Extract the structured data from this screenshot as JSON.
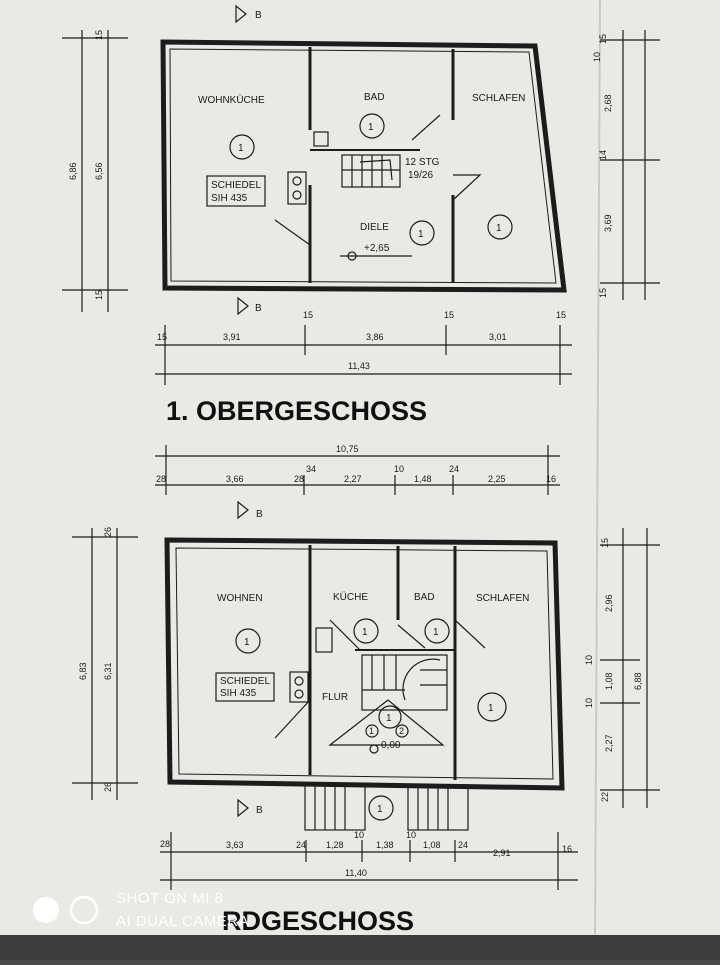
{
  "upper_floor": {
    "title": "1. OBERGESCHOSS",
    "rooms": {
      "wohnkueche": "WOHNKÜCHE",
      "bad": "BAD",
      "schlafen": "SCHLAFEN",
      "diele": "DIELE",
      "diele_level": "+2,65",
      "stair_steps": "12 STG",
      "stair_ratio": "19/26",
      "chimney_1": "SCHIEDEL",
      "chimney_2": "SIH 435",
      "room_number": "1"
    },
    "section_marker": "B",
    "dims_top": [
      "15",
      "3,91",
      "15",
      "3,86",
      "15",
      "3,01",
      "15"
    ],
    "dim_total": "11,43",
    "dims_left": [
      "6,86",
      "6,56",
      "15",
      "15"
    ],
    "dims_right": [
      "15",
      "10",
      "2,68",
      "14",
      "3,69",
      "15"
    ]
  },
  "ground_floor": {
    "title": "ERDGESCHOSS",
    "title_visible": "RDGESCHOSS",
    "rooms": {
      "wohnen": "WOHNEN",
      "kueche": "KÜCHE",
      "bad": "BAD",
      "schlafen": "SCHLAFEN",
      "flur": "FLUR",
      "flur_level": "0,00",
      "chimney_1": "SCHIEDEL",
      "chimney_2": "SIH 435",
      "room_number": "1",
      "room_number_2": "2"
    },
    "section_marker": "B",
    "dim_overall_top": "10,75",
    "dims_top": [
      "28",
      "3,66",
      "28",
      "34",
      "2,27",
      "10",
      "1,48",
      "24",
      "2,25",
      "16"
    ],
    "dims_left": [
      "6,83",
      "6,31",
      "26",
      "26"
    ],
    "dims_right": [
      "15",
      "2,96",
      "10",
      "1,08",
      "10",
      "6,88",
      "2,27",
      "22"
    ],
    "dims_bottom": [
      "28",
      "3,63",
      "24",
      "1,28",
      "10",
      "1,38",
      "10",
      "1,08",
      "24",
      "2,91",
      "16"
    ],
    "dim_total": "11,40"
  },
  "camera_watermark": {
    "line1": "SHOT ON MI 8",
    "line2": "AI DUAL CAMERA"
  }
}
